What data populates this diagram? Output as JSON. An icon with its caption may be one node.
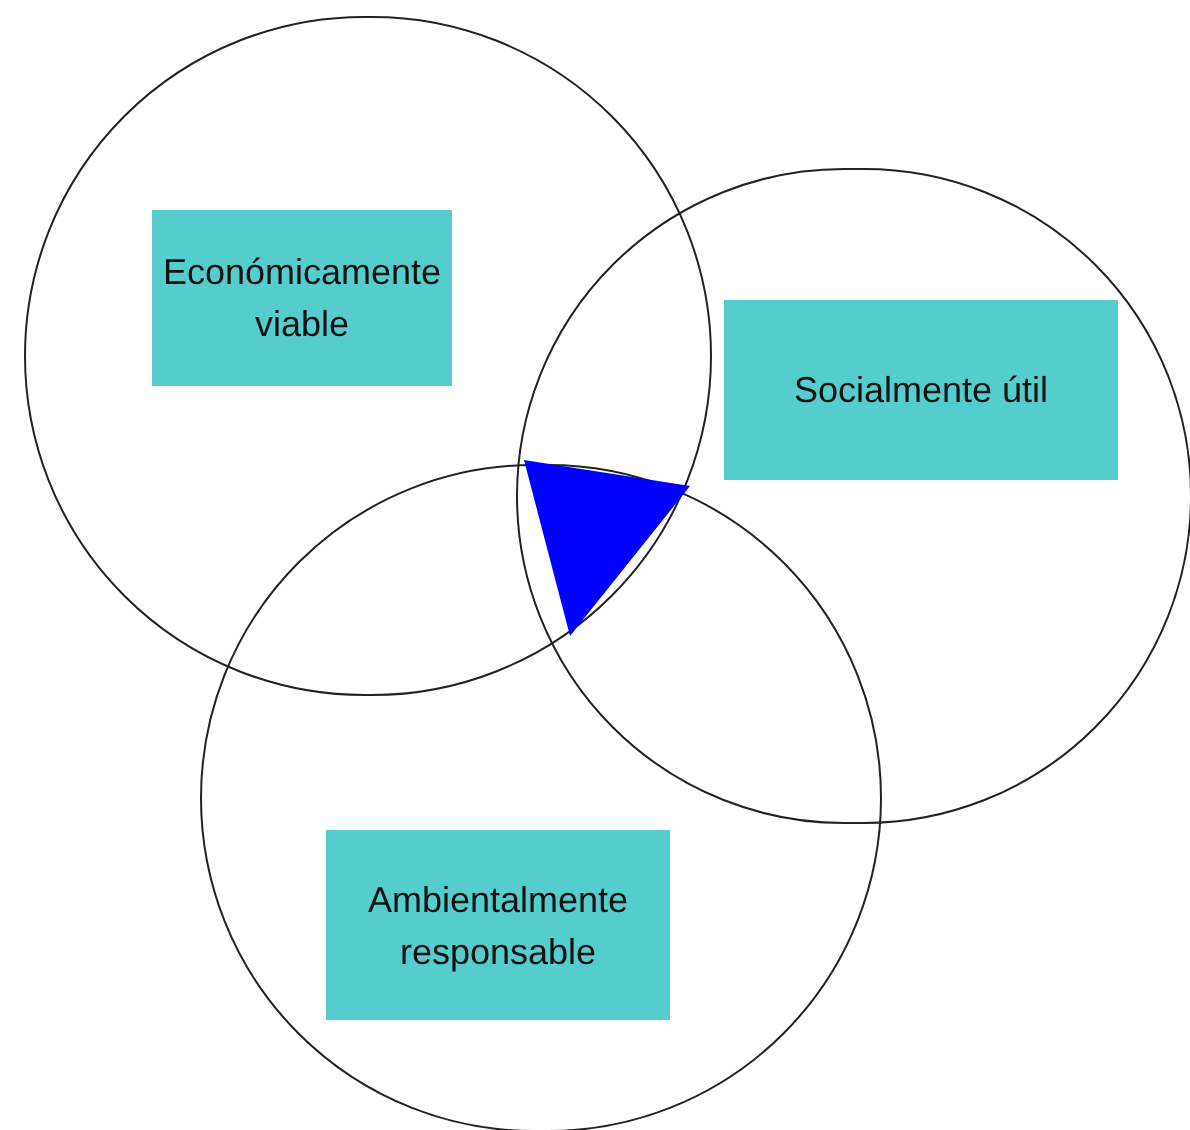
{
  "diagram": {
    "nodes": [
      {
        "text": [],
        "shape": "circle"
      },
      {
        "text": [
          "Económicamente viable"
        ],
        "in": 0
      },
      {
        "text": [],
        "shape": "circle"
      },
      {
        "text": [
          "Socialmente útil"
        ],
        "in": 2
      },
      {
        "text": [],
        "shape": "circle"
      },
      {
        "text": [
          "Ambientalmente responsable"
        ],
        "in": 4
      },
      {
        "text": [],
        "shape": "triangle"
      }
    ]
  }
}
